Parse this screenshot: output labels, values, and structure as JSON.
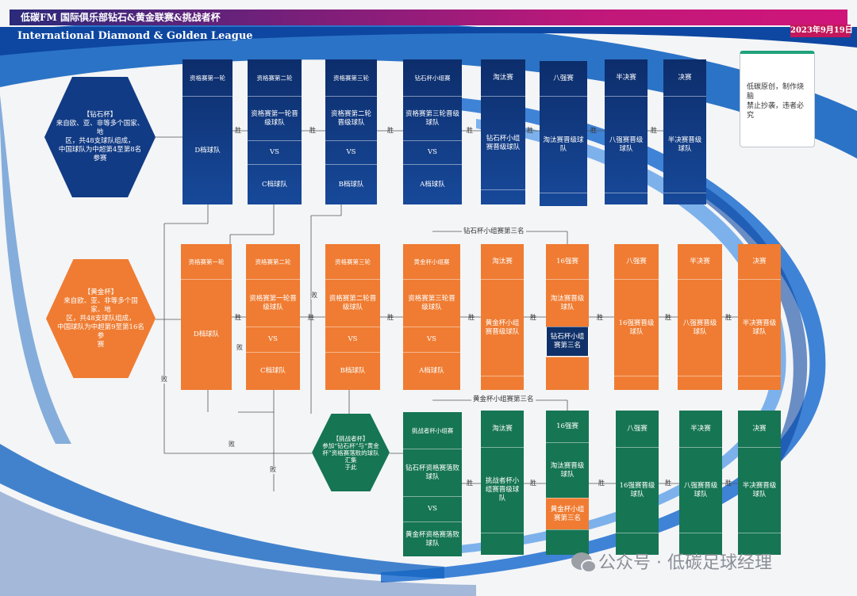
{
  "header": {
    "title": "低碳FM 国际俱乐部钻石&黄金联赛&挑战者杯",
    "subtitle": "International Diamond & Golden League",
    "date": "2023年9月19日"
  },
  "note": {
    "lines": [
      "低碳原创，制作烧脑",
      "禁止抄袭，违者必究"
    ]
  },
  "diamond": {
    "hex_lines": [
      "【钻石杯】",
      "来自欧、亚、非等多个国家、地",
      "区，共48支球队组成，",
      "中国球队为中超第4至第8名参赛"
    ],
    "cols": [
      {
        "cells": [
          "资格赛第一轮",
          "D档球队"
        ]
      },
      {
        "cells": [
          "资格赛第二轮",
          "资格赛第一轮晋级球队",
          "VS",
          "C档球队"
        ]
      },
      {
        "cells": [
          "资格赛第三轮",
          "资格赛第二轮晋级球队",
          "VS",
          "B档球队"
        ]
      },
      {
        "cells": [
          "钻石杯小组赛",
          "资格赛第三轮晋级球队",
          "VS",
          "A档球队"
        ]
      },
      {
        "cells": [
          "淘汰赛",
          "钻石杯小组赛晋级球队",
          ""
        ]
      },
      {
        "cells": [
          "八强赛",
          "淘汰赛晋级球队",
          ""
        ]
      },
      {
        "cells": [
          "半决赛",
          "八强赛晋级球队",
          ""
        ]
      },
      {
        "cells": [
          "决赛",
          "半决赛晋级球队",
          ""
        ]
      }
    ]
  },
  "golden": {
    "hex_lines": [
      "【黄金杯】",
      "来自欧、亚、非等多个国家、地",
      "区，共48支球队组成，",
      "中国球队为中超第9至第16名参",
      "赛"
    ],
    "cols": [
      {
        "cells": [
          "资格赛第一轮",
          "D档球队"
        ]
      },
      {
        "cells": [
          "资格赛第二轮",
          "资格赛第一轮晋级球队",
          "VS",
          "C档球队"
        ]
      },
      {
        "cells": [
          "资格赛第三轮",
          "资格赛第二轮晋级球队",
          "VS",
          "B档球队"
        ]
      },
      {
        "cells": [
          "黄金杯小组赛",
          "资格赛第三轮晋级球队",
          "VS",
          "A档球队"
        ]
      },
      {
        "cells": [
          "淘汰赛",
          "黄金杯小组赛晋级球队",
          ""
        ]
      },
      {
        "cells": [
          "16强赛",
          "淘汰赛晋级球队",
          "钻石杯小组赛第三名"
        ]
      },
      {
        "cells": [
          "八强赛",
          "16强赛晋级球队",
          ""
        ]
      },
      {
        "cells": [
          "半决赛",
          "八强赛晋级球队",
          ""
        ]
      },
      {
        "cells": [
          "决赛",
          "半决赛晋级球队",
          ""
        ]
      }
    ]
  },
  "challenger": {
    "hex_lines": [
      "【挑战者杯】",
      "参加“钻石杯”与“黄金",
      "杯”资格赛落败的球队汇集",
      "于此"
    ],
    "cols": [
      {
        "cells": [
          "挑战者杯小组赛",
          "钻石杯资格赛落败球队",
          "VS",
          "黄金杯资格赛落败球队"
        ]
      },
      {
        "cells": [
          "淘汰赛",
          "挑战者杯小组赛晋级球队",
          ""
        ]
      },
      {
        "cells": [
          "16强赛",
          "淘汰赛晋级球队",
          "黄金杯小组赛第三名"
        ]
      },
      {
        "cells": [
          "八强赛",
          "16强赛晋级球队",
          ""
        ]
      },
      {
        "cells": [
          "半决赛",
          "八强赛晋级球队",
          ""
        ]
      },
      {
        "cells": [
          "决赛",
          "半决赛晋级球队",
          ""
        ]
      }
    ]
  },
  "labels": {
    "win": "胜",
    "lose": "败",
    "diamond_third": "钻石杯小组赛第三名",
    "golden_third": "黄金杯小组赛第三名"
  },
  "watermark": "公众号 · 低碳足球经理",
  "colors": {
    "diamond": "#123b85",
    "golden": "#ef7c32",
    "challenger": "#167553",
    "header": "#c2185b"
  }
}
